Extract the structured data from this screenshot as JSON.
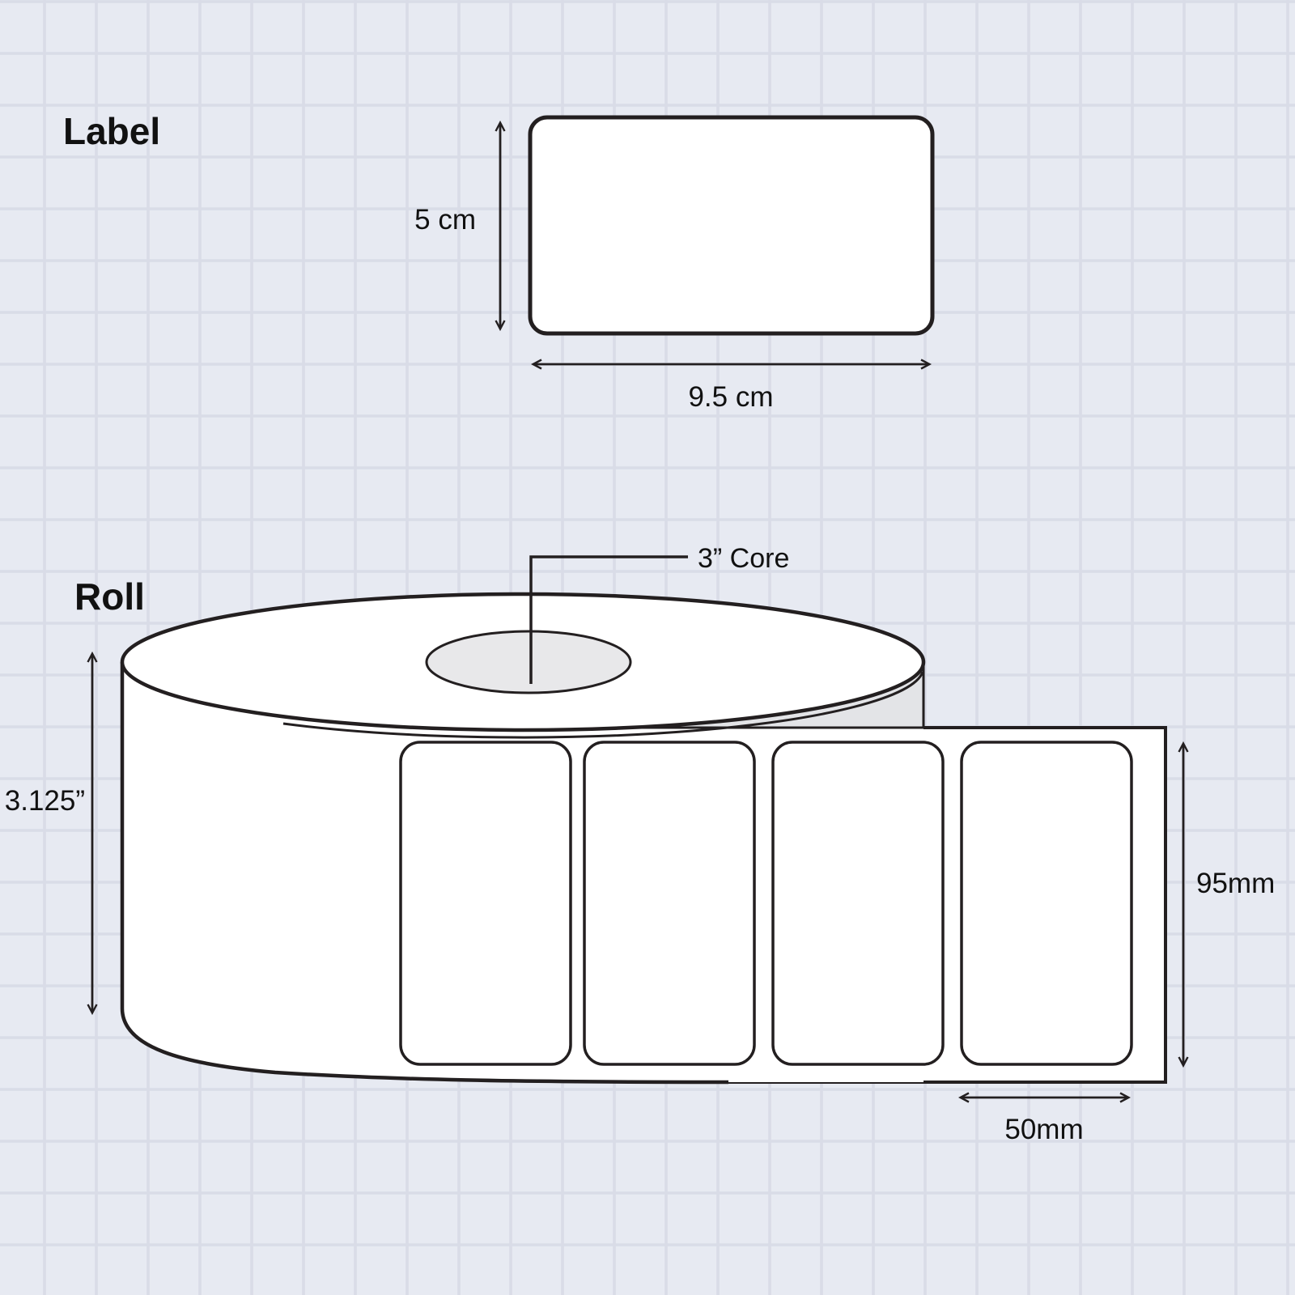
{
  "colors": {
    "background": "#e7eaf2",
    "grid_line": "#d9dce7",
    "outline": "#231f20",
    "surface": "#ffffff",
    "core_fill": "#e8e8ea",
    "liner_fill": "#e3e4e7",
    "text": "#111111"
  },
  "headings": {
    "label": "Label",
    "roll": "Roll"
  },
  "label_diagram": {
    "height_dim": "5 cm",
    "width_dim": "9.5 cm"
  },
  "roll_diagram": {
    "core_dim": "3” Core",
    "roll_width_dim": "3.125”",
    "strip_height_dim": "95mm",
    "label_width_dim": "50mm",
    "blank_labels_visible": 4
  }
}
